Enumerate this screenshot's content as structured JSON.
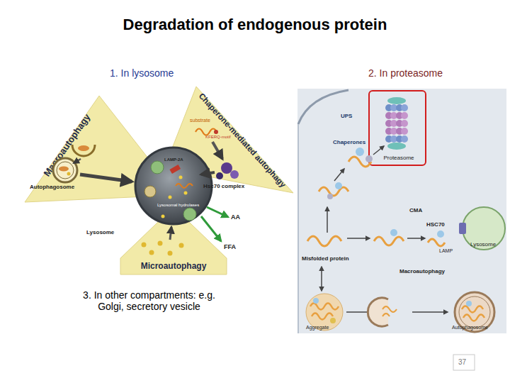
{
  "diagram": {
    "title": "Degradation of endogenous protein",
    "nodes": [
      {
        "text": [
          "Macroautophagy"
        ]
      },
      {
        "text": [
          "Chaperone-mediated autophagy"
        ]
      },
      {
        "text": [
          "Microautophagy"
        ]
      },
      {
        "text": [
          "Proteasome"
        ]
      }
    ],
    "labels": [
      "1. In lysosome",
      "2. In proteasome",
      "Autophagosome",
      "Lysosome",
      "substrate",
      "KFERQ-motif",
      "LAMP-2A",
      "Hsc70 complex",
      "Lysosomal hydrolases",
      "AA",
      "FFA",
      "UPS",
      "Chaperones",
      "CMA",
      "HSC70",
      "LAMP",
      "Lysosome",
      "Misfolded protein",
      "Macroautophagy",
      "Aggregate",
      "Autophagosome",
      "3. In other compartments: e.g. Golgi, secretory vesicle",
      "37"
    ]
  }
}
